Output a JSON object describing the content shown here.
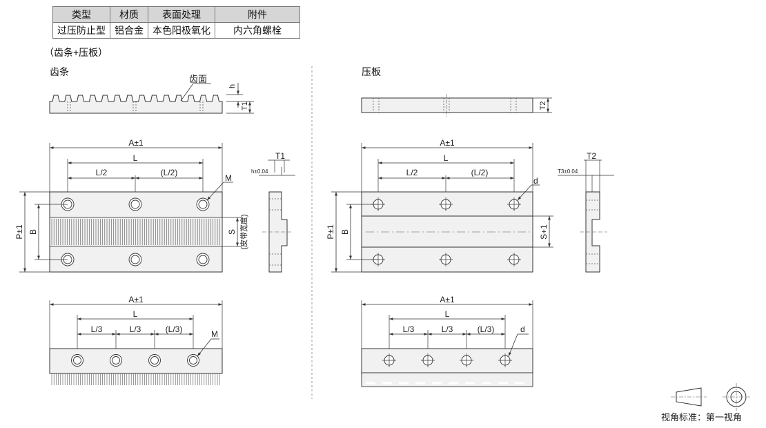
{
  "spec_table": {
    "headers": [
      "类型",
      "材质",
      "表面处理",
      "附件"
    ],
    "row": [
      "过压防止型",
      "铝合金",
      "本色阳极氧化",
      "内六角螺栓"
    ]
  },
  "section_title": "（齿条+压板）",
  "rack": {
    "title": "齿条",
    "tooth_face_label": "齿面",
    "dim_h": "h",
    "dim_t1": "T1",
    "dim_a": "A±1",
    "dim_l": "L",
    "dim_l2": "L/2",
    "dim_l2_paren": "(L/2)",
    "dim_m": "M",
    "dim_p": "P±1",
    "dim_b": "B",
    "dim_s": "S",
    "belt_width_note": "(皮带宽度)",
    "dim_h_tol": "h±0.04",
    "dim_t1_side": "T1",
    "dim_a_bottom": "A±1",
    "dim_l_bottom": "L",
    "dim_l3": "L/3",
    "dim_l3_paren": "(L/3)",
    "dim_m_bottom": "M"
  },
  "plate": {
    "title": "压板",
    "dim_t2": "T2",
    "dim_a": "A±1",
    "dim_l": "L",
    "dim_l2": "L/2",
    "dim_l2_paren": "(L/2)",
    "dim_d": "d",
    "dim_p": "P±1",
    "dim_b": "B",
    "dim_s1": "S+1",
    "dim_t3_tol": "T3±0.04",
    "dim_t2_side": "T2",
    "dim_a_bottom": "A±1",
    "dim_l_bottom": "L",
    "dim_l3": "L/3",
    "dim_l3_paren": "(L/3)",
    "dim_d_bottom": "d"
  },
  "projection_label": "视角标准：第一视角",
  "colors": {
    "part_fill": "#f1f1f1",
    "line": "#333333",
    "table_header": "#d6d6d6"
  }
}
